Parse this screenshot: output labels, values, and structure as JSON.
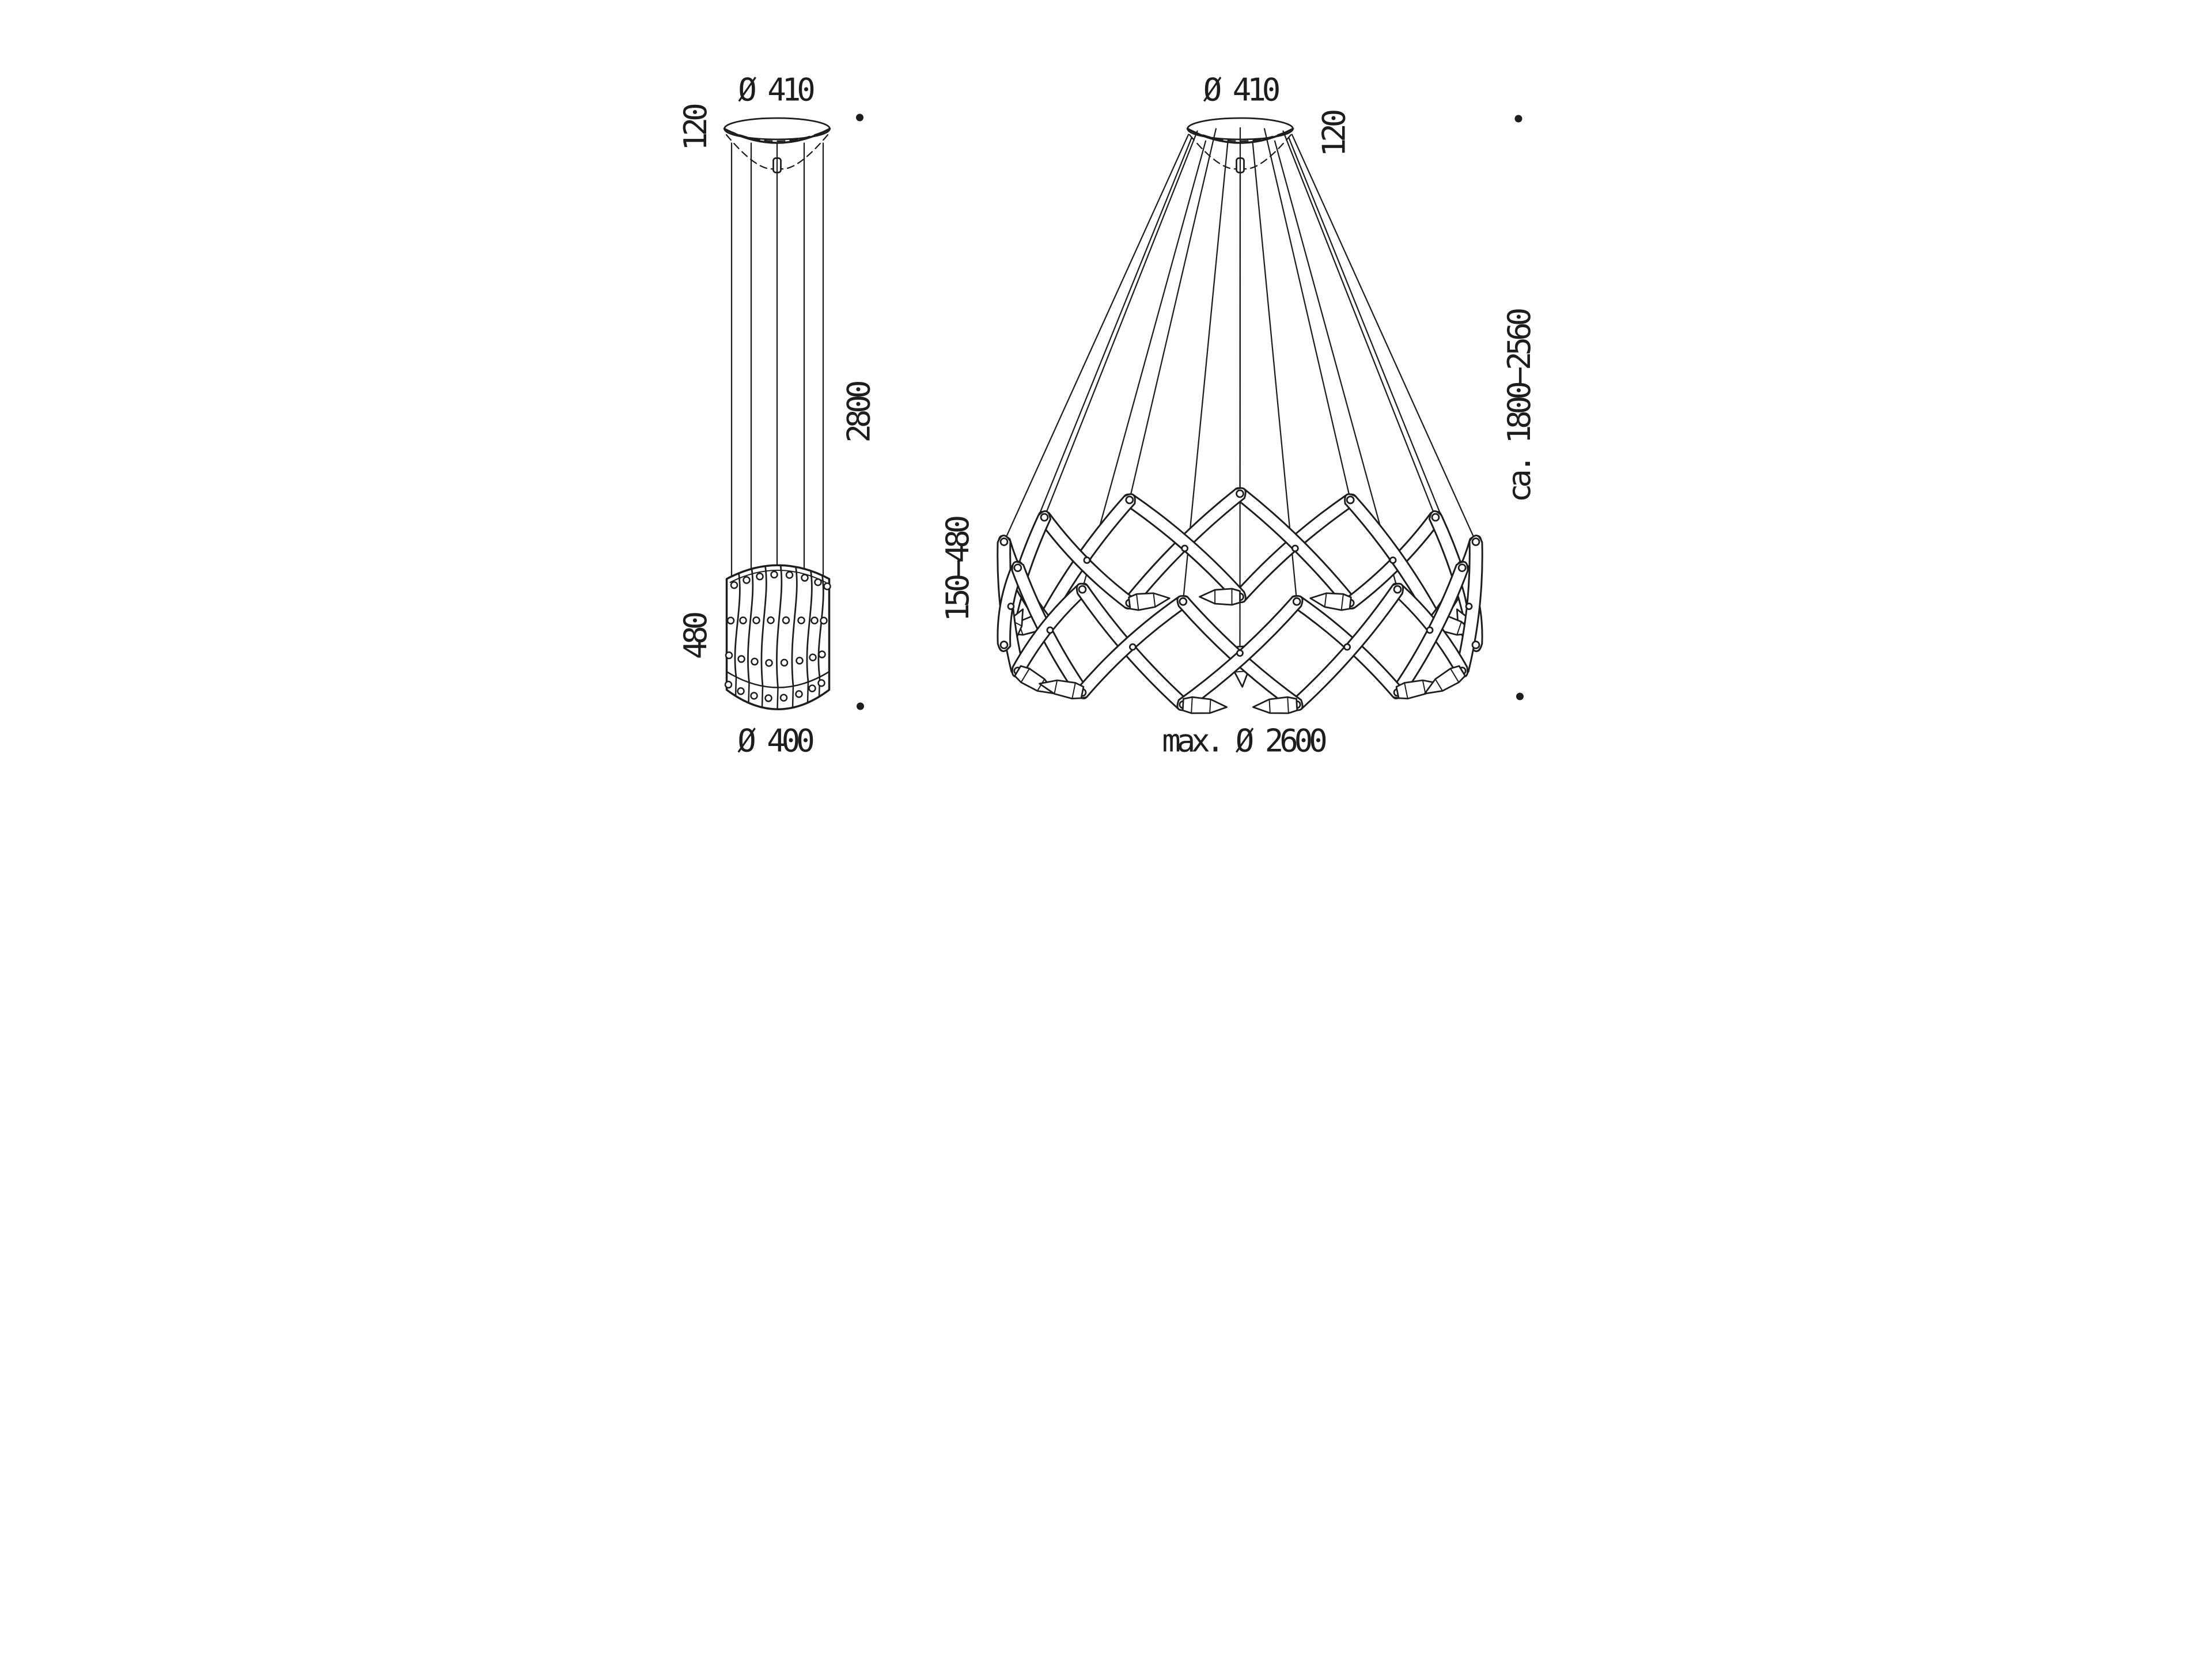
{
  "page": {
    "background": "#ffffff",
    "ink": "#1d1d1b"
  },
  "drawing": {
    "title": "pendant-luminaire-dimension-drawing",
    "collapsed_view": {
      "canopy_diameter_label": "Ø 410",
      "canopy_height_label": "120",
      "suspension_length_label": "2800",
      "shade_height_label": "480",
      "shade_diameter_label": "Ø 400"
    },
    "expanded_view": {
      "canopy_diameter_label": "Ø 410",
      "canopy_height_label": "120",
      "suspension_range_label": "ca. 1800−2560",
      "shade_height_range_label": "150−480",
      "max_diameter_label": "max. Ø 2600"
    }
  }
}
